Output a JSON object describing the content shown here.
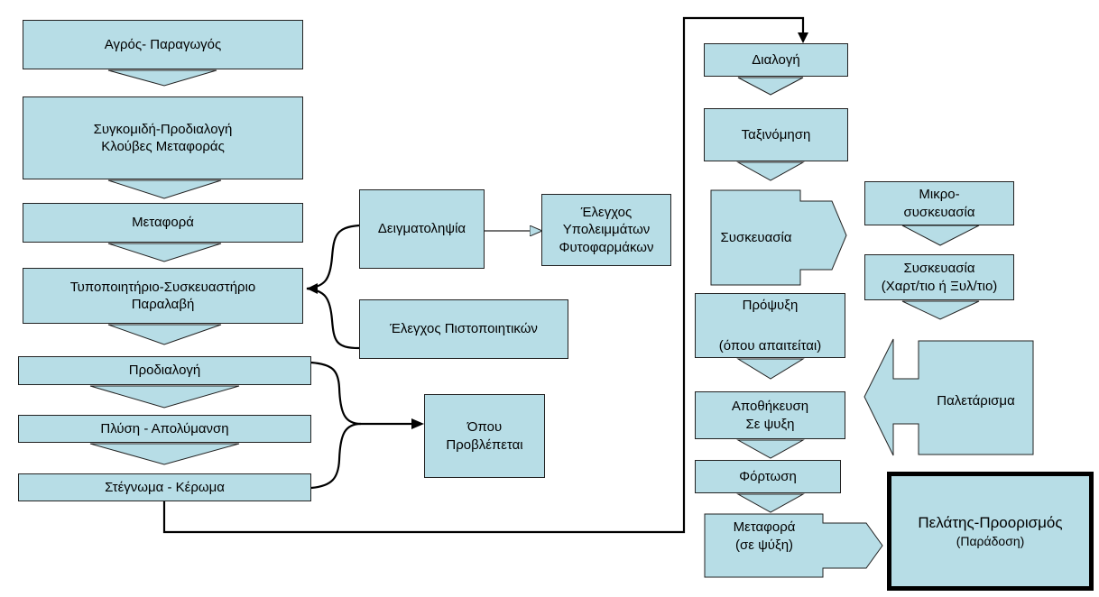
{
  "left_column": {
    "farm": "Αγρός- Παραγωγός",
    "harvest_line1": "Συγκομιδή-Προδιαλογή",
    "harvest_line2": "Κλούβες Μεταφοράς",
    "transport": "Μεταφορά",
    "packhouse_line1": "Τυποποιητήριο-Συσκευαστήριο",
    "packhouse_line2": "Παραλαβή",
    "presort": "Προδιαλογή",
    "wash": "Πλύση - Απολύμανση",
    "dry": "Στέγνωμα - Κέρωμα"
  },
  "middle": {
    "sampling": "Δειγματοληψία",
    "residue_line1": "Έλεγχος",
    "residue_line2": "Υπολειμμάτων",
    "residue_line3": "Φυτοφαρμάκων",
    "cert_check": "Έλεγχος Πιστοποιητικών",
    "where_line1": "Όπου",
    "where_line2": "Προβλέπεται"
  },
  "right_column": {
    "sorting": "Διαλογή",
    "grading": "Ταξινόμηση",
    "packing": "Συσκευασία",
    "precool_line1": "Πρόψυξη",
    "precool_line2": "(όπου απαιτείται)",
    "storage_line1": "Αποθήκευση",
    "storage_line2": "Σε ψυξη",
    "loading": "Φόρτωση",
    "transport_line1": "Μεταφορά",
    "transport_line2": "(σε ψύξη)"
  },
  "far_right": {
    "micro_line1": "Μικρο-",
    "micro_line2": "συσκευασία",
    "pack2_line1": "Συσκευασία",
    "pack2_line2": "(Χαρτ/τιο ή Ξυλ/τιο)",
    "palletizing": "Παλετάρισμα",
    "customer_line1": "Πελάτης-Προορισμός",
    "customer_line2": "(Παράδοση)"
  },
  "colors": {
    "fill": "#b7dde6",
    "line": "#222222"
  }
}
